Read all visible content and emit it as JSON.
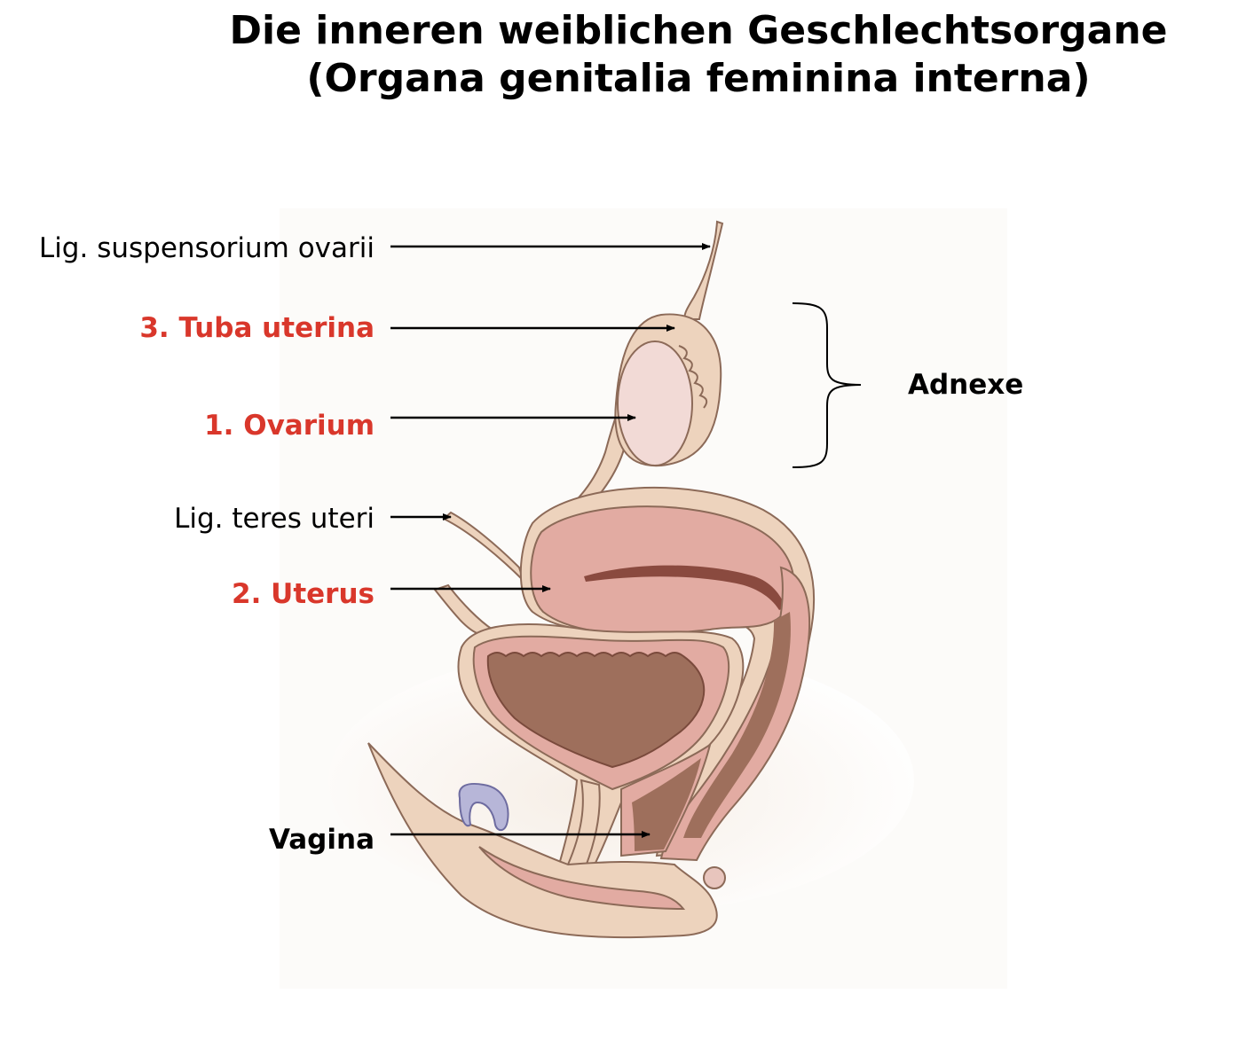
{
  "title": {
    "line1": "Die inneren weiblichen Geschlechtsorgane",
    "line2": "(Organa genitalia feminina interna)"
  },
  "labels": {
    "lig_suspensorium": "Lig. suspensorium ovarii",
    "tuba_uterina": "3. Tuba uterina",
    "ovarium": "1. Ovarium",
    "lig_teres": "Lig. teres uteri",
    "uterus": "2. Uterus",
    "vagina": "Vagina",
    "adnexe": "Adnexe"
  },
  "colors": {
    "highlight_label": "#d9372b",
    "tissue_outer": "#edd3bd",
    "uterus_body": "#e2aba2",
    "ovary": "#f2dad6",
    "cavity": "#9e6f5c",
    "bladder_marker": "#b7b6d8"
  }
}
